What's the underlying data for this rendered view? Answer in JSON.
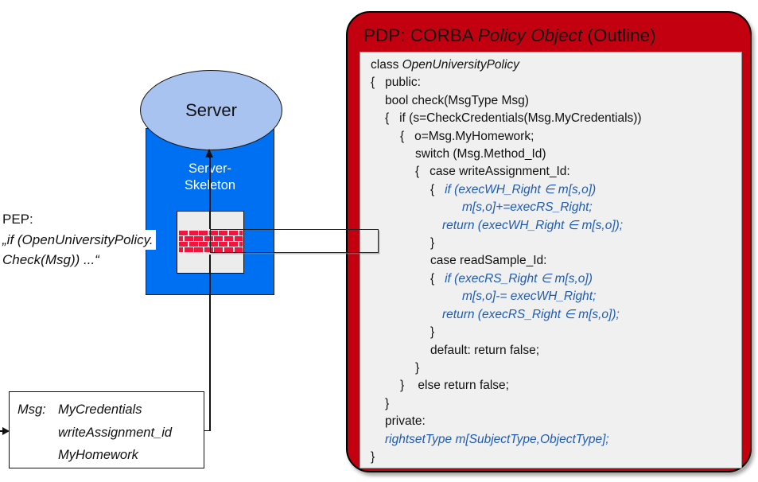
{
  "colors": {
    "pdp_red": "#C30010",
    "code_blue": "#1E5CB3",
    "code_bg": "#F0F0F0",
    "server_blue": "#0070F2",
    "ellipse_blue": "#A9C3F0",
    "brick_red": "#F3133F",
    "firewall_bg": "#ECECEC"
  },
  "server": {
    "label": "Server",
    "skeleton_label": "Server-\nSkeleton"
  },
  "pep": {
    "label": "PEP:",
    "code_line1": "„if (OpenUniversityPolicy.",
    "code_line2": "Check(Msg)) ...“"
  },
  "firewall": {
    "rows": 4,
    "bricks_per_row": 7,
    "brick_width": 11,
    "half_brick_width": 5
  },
  "msg_box": {
    "label": "Msg:",
    "fields": [
      "MyCredentials",
      "writeAssignment_id",
      "MyHomework"
    ]
  },
  "pdp": {
    "title_segments": [
      {
        "t": "PDP: CORBA ",
        "s": "n"
      },
      {
        "t": "Policy Object",
        "s": "i"
      },
      {
        "t": " (Outline)",
        "s": "n"
      }
    ],
    "code_lines": [
      {
        "in": 0,
        "segs": [
          {
            "t": "class ",
            "s": "n"
          },
          {
            "t": "OpenUniversityPolicy",
            "s": "i"
          }
        ]
      },
      {
        "in": 0,
        "segs": [
          {
            "t": "{   public:",
            "s": "n"
          }
        ]
      },
      {
        "in": 18,
        "segs": [
          {
            "t": "bool check(MsgType Msg)",
            "s": "n"
          }
        ]
      },
      {
        "in": 18,
        "segs": [
          {
            "t": "{   if (s=CheckCredentials(Msg.MyCredentials))",
            "s": "n"
          }
        ]
      },
      {
        "in": 37,
        "segs": [
          {
            "t": "{   o=Msg.MyHomework;",
            "s": "n"
          }
        ]
      },
      {
        "in": 56,
        "segs": [
          {
            "t": "switch (Msg.Method_Id)",
            "s": "n"
          }
        ]
      },
      {
        "in": 56,
        "segs": [
          {
            "t": "{   case writeAssignment_Id:",
            "s": "n"
          }
        ]
      },
      {
        "in": 75,
        "segs": [
          {
            "t": "{   ",
            "s": "n"
          },
          {
            "t": "if (execWH_Right ∈ m[s,o])",
            "s": "b"
          }
        ]
      },
      {
        "in": 115,
        "segs": [
          {
            "t": "m[s,o]+=execRS_Right;",
            "s": "b"
          }
        ]
      },
      {
        "in": 90,
        "segs": [
          {
            "t": "return (execWH_Right ∈ m[s,o]);",
            "s": "b"
          }
        ]
      },
      {
        "in": 75,
        "segs": [
          {
            "t": "}",
            "s": "n"
          }
        ]
      },
      {
        "in": 75,
        "segs": [
          {
            "t": "case readSample_Id:",
            "s": "n"
          }
        ]
      },
      {
        "in": 75,
        "segs": [
          {
            "t": "{   ",
            "s": "n"
          },
          {
            "t": "if (execRS_Right ∈ m[s,o])",
            "s": "b"
          }
        ]
      },
      {
        "in": 115,
        "segs": [
          {
            "t": "m[s,o]-= execWH_Right;",
            "s": "b"
          }
        ]
      },
      {
        "in": 90,
        "segs": [
          {
            "t": "return (execRS_Right ∈ m[s,o]);",
            "s": "b"
          }
        ]
      },
      {
        "in": 75,
        "segs": [
          {
            "t": "}",
            "s": "n"
          }
        ]
      },
      {
        "in": 75,
        "segs": [
          {
            "t": "default: return false;",
            "s": "n"
          }
        ]
      },
      {
        "in": 56,
        "segs": [
          {
            "t": "}",
            "s": "n"
          }
        ]
      },
      {
        "in": 37,
        "segs": [
          {
            "t": "}    else return false;",
            "s": "n"
          }
        ]
      },
      {
        "in": 18,
        "segs": [
          {
            "t": "}",
            "s": "n"
          }
        ]
      },
      {
        "in": 18,
        "segs": [
          {
            "t": "private:",
            "s": "n"
          }
        ]
      },
      {
        "in": 18,
        "segs": [
          {
            "t": "rightsetType m[SubjectType,ObjectType];",
            "s": "b"
          }
        ]
      },
      {
        "in": 0,
        "segs": [
          {
            "t": "}",
            "s": "n"
          }
        ]
      }
    ]
  }
}
